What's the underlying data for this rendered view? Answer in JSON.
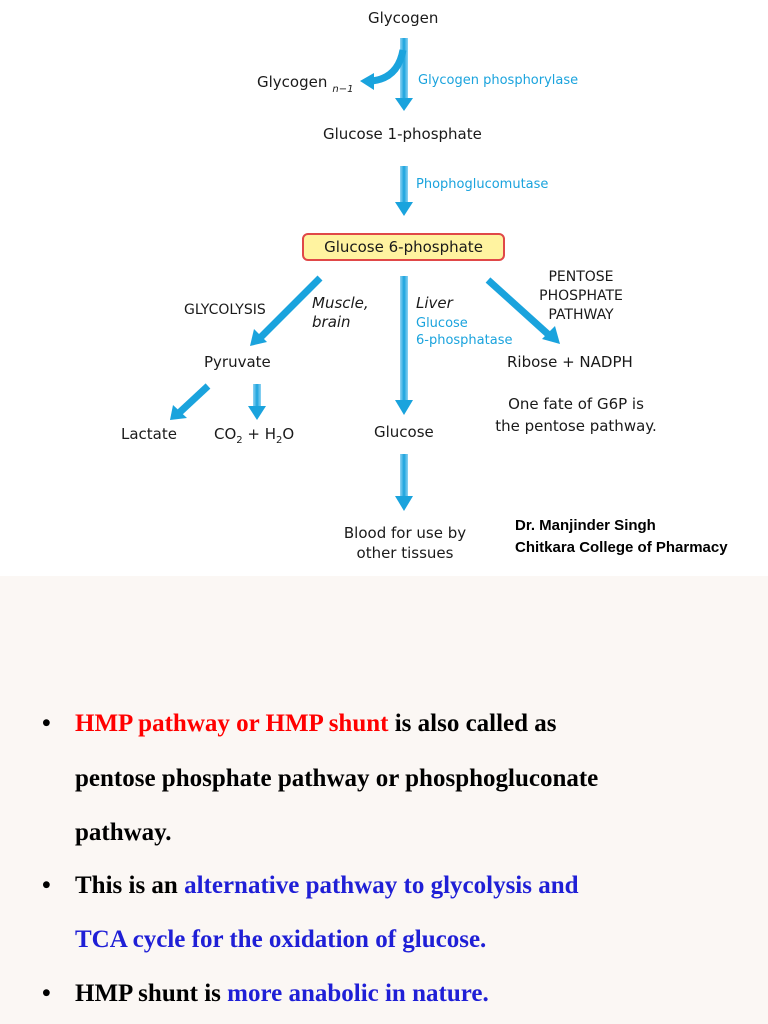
{
  "diagram": {
    "glycogen": "Glycogen",
    "glycogen_n1": "Glycogen",
    "glycogen_n1_sub": "n−1",
    "glycogen_phosphorylase": "Glycogen phosphorylase",
    "glucose_1_phosphate": "Glucose 1-phosphate",
    "phosphoglucomutase": "Phophoglucomutase",
    "glucose_6_phosphate": "Glucose 6-phosphate",
    "glycolysis": "GLYCOLYSIS",
    "muscle_brain_line1": "Muscle,",
    "muscle_brain_line2": "brain",
    "liver": "Liver",
    "glucose_6_phosphatase_line1": "Glucose",
    "glucose_6_phosphatase_line2": "6-phosphatase",
    "ppp_line1": "PENTOSE",
    "ppp_line2": "PHOSPHATE",
    "ppp_line3": "PATHWAY",
    "pyruvate": "Pyruvate",
    "ribose_nadph": "Ribose + NADPH",
    "fate_line1": "One fate of G6P is",
    "fate_line2": "the pentose pathway.",
    "lactate": "Lactate",
    "co2_co": "CO",
    "co2_sub": "2",
    "co2_plus_h": " + H",
    "h2o_sub": "2",
    "h2o_o": "O",
    "glucose": "Glucose",
    "blood_line1": "Blood for use by",
    "blood_line2": "other tissues",
    "arrow_color": "#1aa3dd",
    "box_fill": "#fff3a0",
    "box_border": "#e04848"
  },
  "credit": {
    "name": "Dr. Manjinder Singh",
    "institution": "Chitkara College of Pharmacy"
  },
  "bullets": {
    "b1_red": "HMP pathway or HMP shunt",
    "b1_black": " is also called as",
    "b1_line2": "pentose phosphate pathway or phosphogluconate",
    "b1_line3": "pathway.",
    "b2_black": "This is an ",
    "b2_blue": "alternative pathway to glycolysis and",
    "b2_line2_blue": "TCA cycle for the oxidation of glucose.",
    "b3_black": "HMP shunt is ",
    "b3_blue": "more anabolic in nature.",
    "bullet_char": "•",
    "red_color": "#ff0000",
    "blue_color": "#1f1fd6"
  }
}
